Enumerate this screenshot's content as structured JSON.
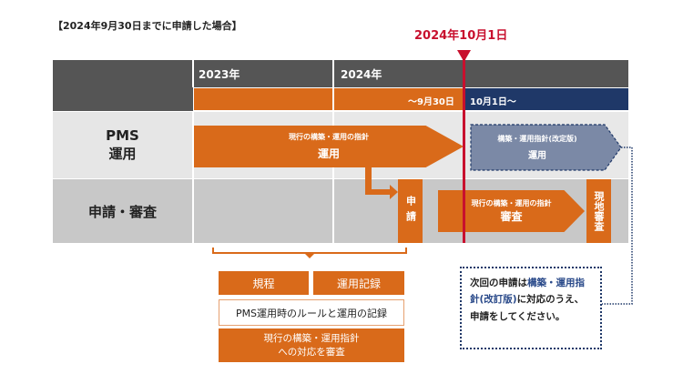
{
  "title": "【2024年9月30日までに申請した場合】",
  "deadline": "2024年10月1日",
  "header": {
    "year1": "2023年",
    "year2": "2024年",
    "period_before": "～9月30日",
    "period_after": "10月1日～"
  },
  "rows": {
    "pms": "PMS\n運用",
    "review": "申請・審査"
  },
  "bars": {
    "current_op_sub": "現行の構築・運用の指針",
    "current_op_main": "運用",
    "revised_op_sub": "構築・運用指針(改定版)",
    "revised_op_main": "運用",
    "apply": "申請",
    "review_sub": "現行の構築・運用の指針",
    "review_main": "審査",
    "onsite": "現地審査"
  },
  "docs": {
    "rules": "規程",
    "records": "運用記録",
    "desc": "PMS運用時のルールと運用の記録",
    "review_desc": "現行の構築・運用指針\nへの対応を審査"
  },
  "note": {
    "pre": "次回の申請は",
    "highlight": "構築・運用指針(改訂版)",
    "post": "に対応のうえ、申請をしてください。"
  },
  "colors": {
    "orange": "#d96a1a",
    "navy": "#1f3868",
    "red": "#c8102e",
    "slate": "#7b89a6"
  }
}
